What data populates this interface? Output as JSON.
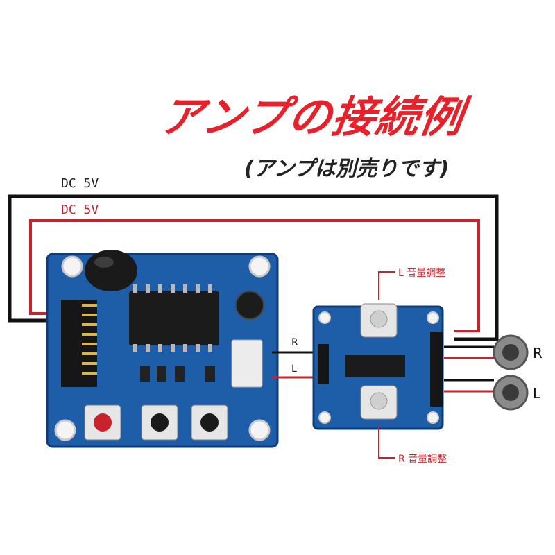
{
  "title": "アンプの接続例",
  "subtitle": "(アンプは別売りです)",
  "wires": {
    "dc_black_label": "DC 5V",
    "dc_red_label": "DC 5V",
    "audio_r_label": "R",
    "audio_l_label": "L"
  },
  "annotations": {
    "l_volume": "L 音量調整",
    "r_volume": "R 音量調整"
  },
  "speakers": {
    "right_label": "R",
    "left_label": "L"
  },
  "colors": {
    "title": "#e8202a",
    "red_wire": "#c8232c",
    "black_wire": "#111111",
    "pcb": "#1e5ea8"
  }
}
